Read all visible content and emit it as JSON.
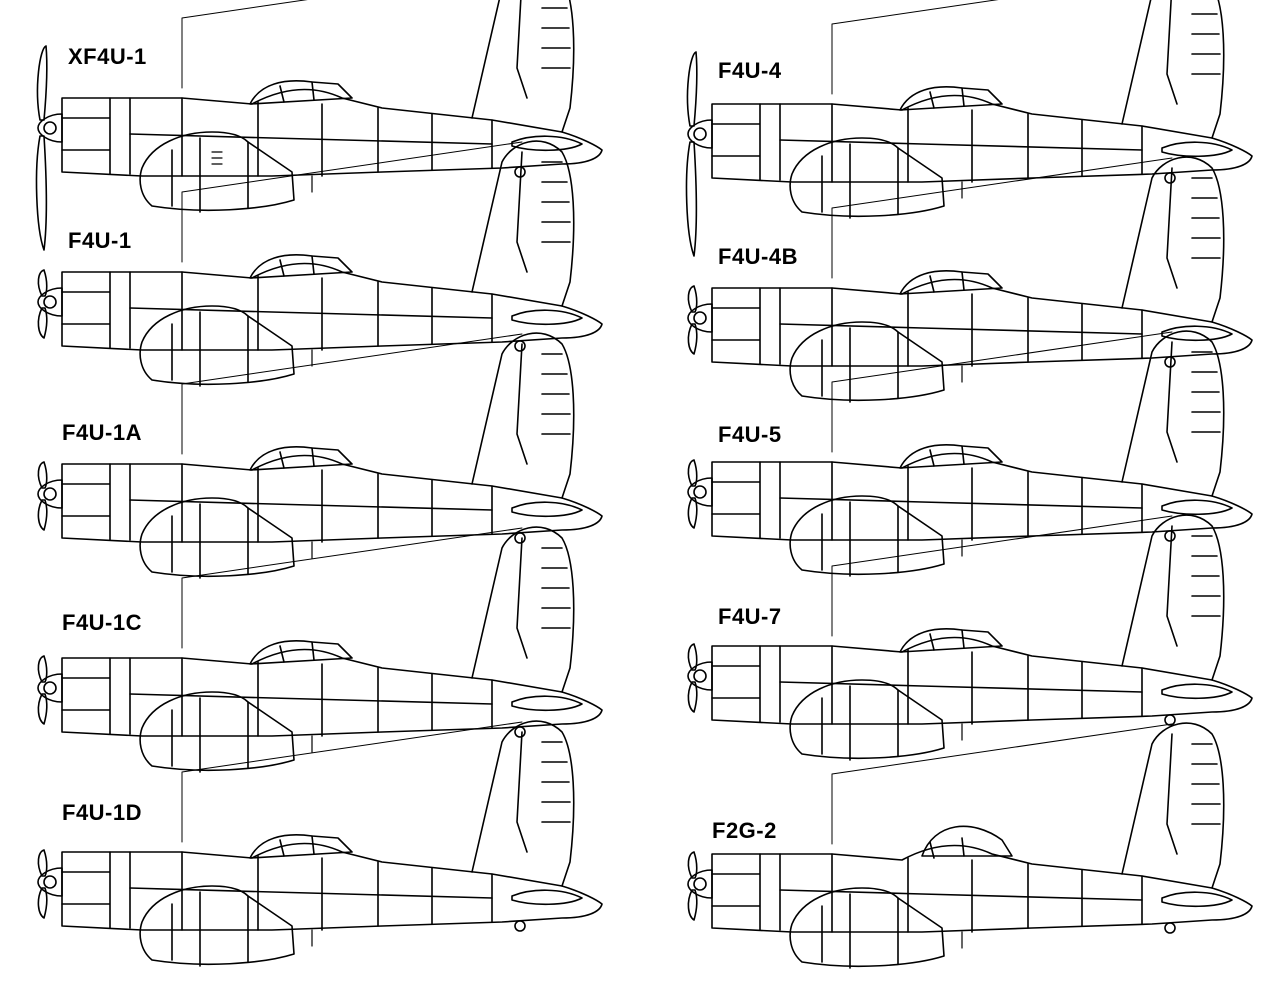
{
  "theme": {
    "ink": "#000000",
    "paper": "#ffffff"
  },
  "aircraft": [
    {
      "id": "xf4u-1",
      "label": "XF4U-1"
    },
    {
      "id": "f4u-1",
      "label": "F4U-1"
    },
    {
      "id": "f4u-1a",
      "label": "F4U-1A"
    },
    {
      "id": "f4u-1c",
      "label": "F4U-1C"
    },
    {
      "id": "f4u-1d",
      "label": "F4U-1D"
    },
    {
      "id": "f4u-4",
      "label": "F4U-4"
    },
    {
      "id": "f4u-4b",
      "label": "F4U-4B"
    },
    {
      "id": "f4u-5",
      "label": "F4U-5"
    },
    {
      "id": "f4u-7",
      "label": "F4U-7"
    },
    {
      "id": "f2g-2",
      "label": "F2G-2"
    }
  ]
}
